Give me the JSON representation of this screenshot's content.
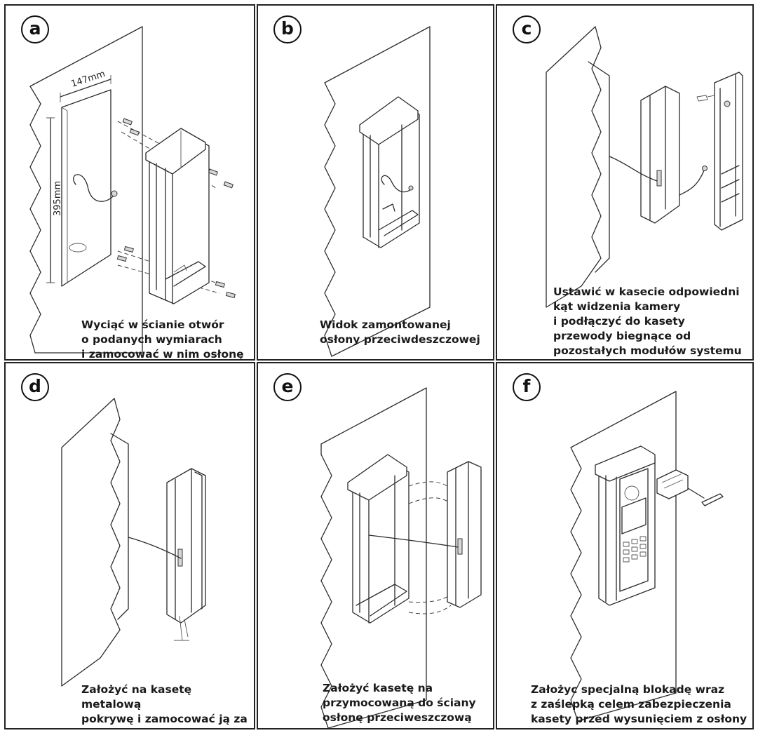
{
  "panels": [
    {
      "label": "a",
      "caption": "Wyciąć w ścianie otwór\no podanych wymiarach\ni zamocować w nim osłonę",
      "dimensions": {
        "width": "147mm",
        "height": "395mm"
      }
    },
    {
      "label": "b",
      "caption": "Widok zamontowanej\nosłony przeciwdeszczowej"
    },
    {
      "label": "c",
      "caption": "Ustawić w kasecie odpowiedni\nkąt widzenia kamery\ni podłączyć do kasety\nprzewody biegnące od\npozostałych modułów systemu"
    },
    {
      "label": "d",
      "caption": "Założyć na kasetę metalową\npokrywę i zamocować ją za\npomocą śrub"
    },
    {
      "label": "e",
      "caption": "Założyć kasetę na\nprzymocowaną do ściany\nosłonę przeciweszczową"
    },
    {
      "label": "f",
      "caption": "Założyc specjalną blokadę wraz\nz zaślepką celem zabezpieczenia\nkasety przed wysunięciem z osłony"
    }
  ]
}
